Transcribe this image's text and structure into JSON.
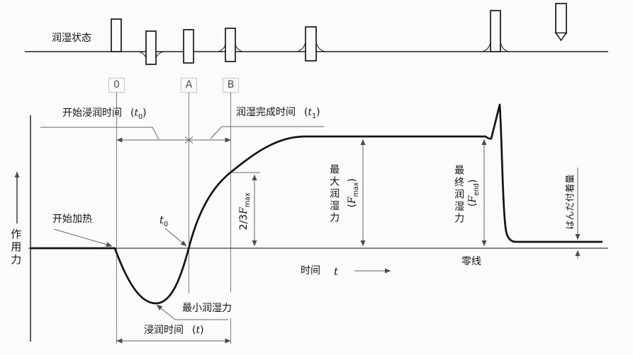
{
  "top_panel": {
    "label": "润湿状态"
  },
  "markers": {
    "zero": "0",
    "a": "A",
    "b": "B"
  },
  "annotations": {
    "start_immersion": {
      "text": "开始浸润时间",
      "open": "(",
      "var": "t",
      "sub": "0",
      "close": ")"
    },
    "wetting_complete": {
      "text": "润湿完成时间",
      "open": "(",
      "var": "t",
      "sub": "1",
      "close": ")"
    },
    "start_heating": {
      "text": "开始加热"
    },
    "t0_point": {
      "var": "t",
      "sub": "0"
    },
    "two_thirds_fmax": {
      "pre": "2/3",
      "var": "F",
      "sub": "max"
    },
    "max_wetting_force": {
      "text": "最大润湿力",
      "open": "(",
      "var": "F",
      "sub": "max",
      "close": ")"
    },
    "end_wetting_force": {
      "text": "最终润湿力",
      "open": "(",
      "var": "F",
      "sub": "end",
      "close": ")"
    },
    "solder_adhesion": {
      "text": "はんだ付着量"
    },
    "min_wetting_force": {
      "text": "最小润湿力"
    },
    "immersion_time": {
      "text": "浸润时间",
      "open": "(",
      "var": "t",
      "close": ")"
    },
    "time_axis": {
      "text": "时间",
      "var": "t"
    },
    "zero_line": {
      "text": "零线"
    },
    "force_axis": {
      "text": "作用力"
    }
  }
}
